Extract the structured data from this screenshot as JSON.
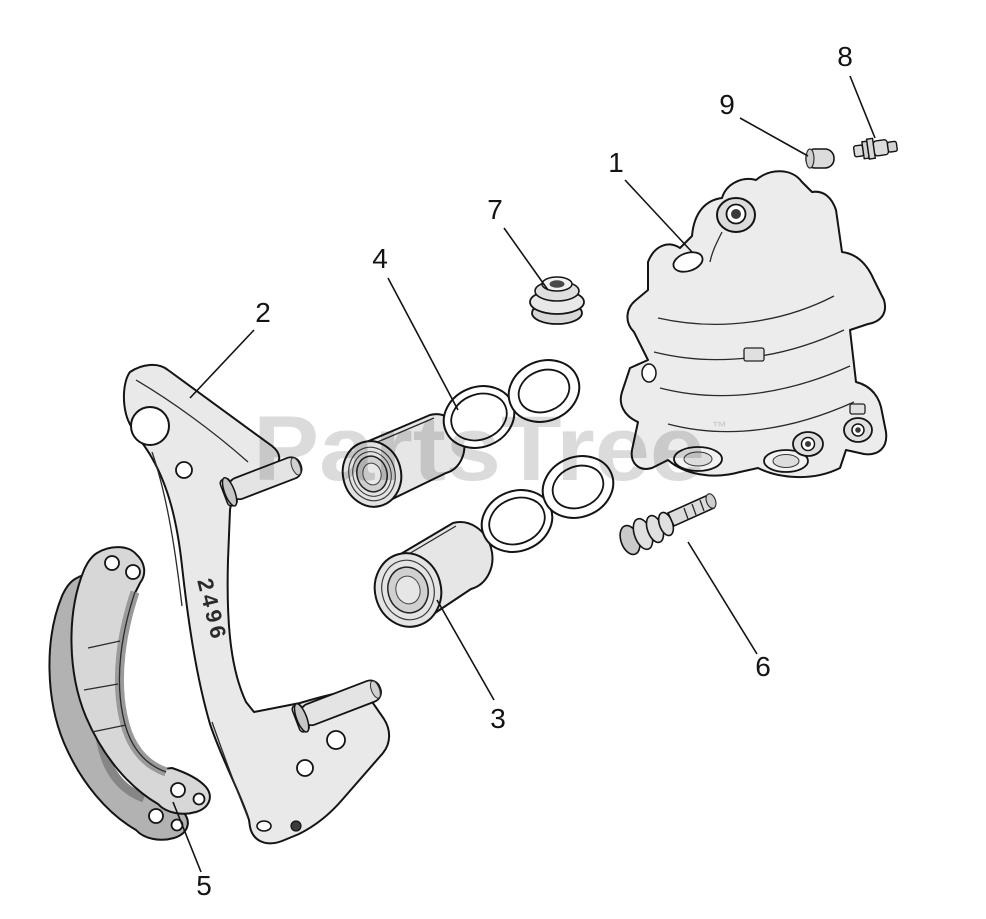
{
  "watermark": {
    "text": "PartsTree",
    "symbol": "™"
  },
  "bracket_stamp": "2496",
  "callouts": [
    "1",
    "2",
    "3",
    "4",
    "5",
    "6",
    "7",
    "8",
    "9"
  ],
  "colors": {
    "line": "#141414",
    "part_fill": "#e9e9e9",
    "watermark": "#c3c3c3",
    "background": "#ffffff"
  }
}
